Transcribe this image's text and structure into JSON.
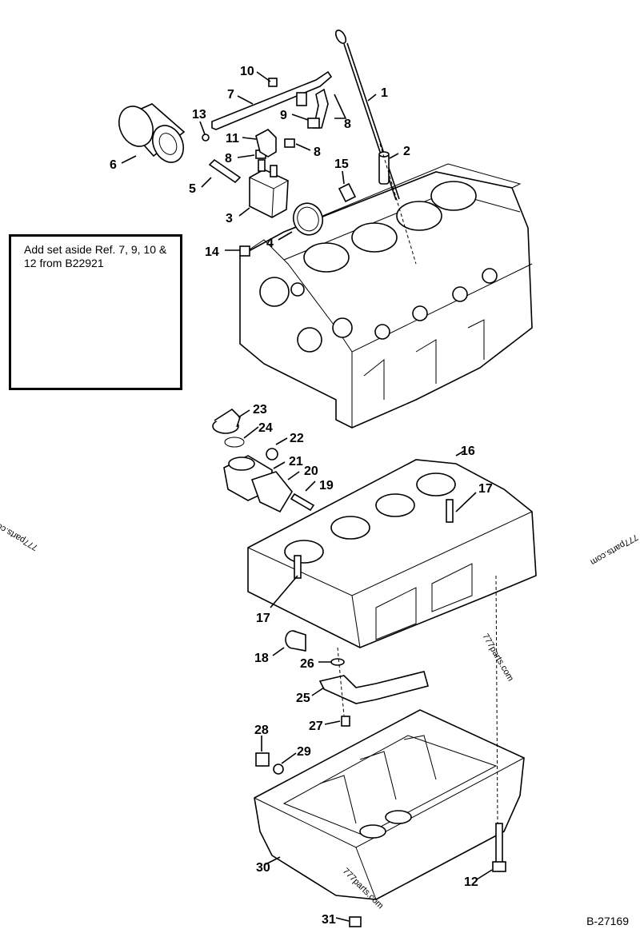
{
  "note": "Add set aside Ref. 7, 9, 10 & 12 from B22921",
  "reference_code": "B-27169",
  "watermark": "777parts.com",
  "callouts": [
    "1",
    "2",
    "3",
    "4",
    "5",
    "6",
    "7",
    "8",
    "8",
    "8",
    "9",
    "10",
    "11",
    "12",
    "13",
    "14",
    "15",
    "16",
    "17",
    "17",
    "18",
    "19",
    "20",
    "21",
    "22",
    "23",
    "24",
    "25",
    "26",
    "27",
    "28",
    "29",
    "30",
    "31"
  ]
}
